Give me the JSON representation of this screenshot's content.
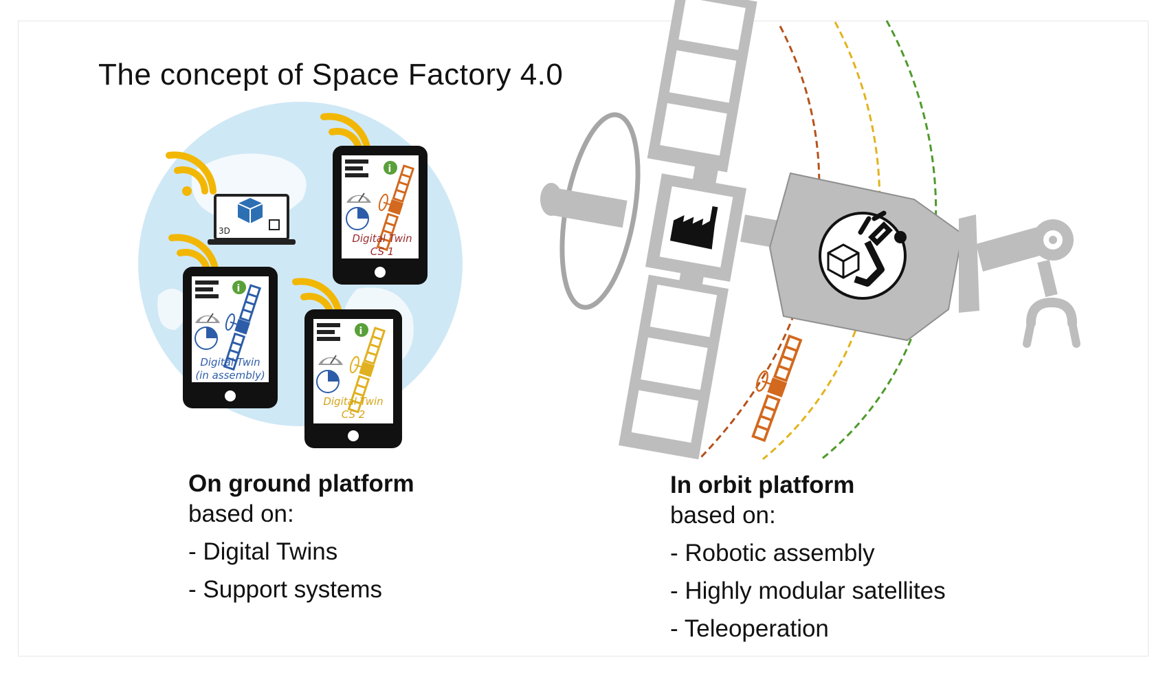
{
  "title": "The concept of Space Factory 4.0",
  "ground": {
    "heading": "On ground platform",
    "sub": "based on:",
    "items": [
      "- Digital Twins",
      "- Support systems"
    ]
  },
  "orbit": {
    "heading": "In orbit platform",
    "sub": "based on:",
    "items": [
      "- Robotic assembly",
      "- Highly modular satellites",
      "- Teleoperation"
    ]
  },
  "devices": {
    "laptop_label": "3D",
    "tablet_assembly_line1": "Digital Twin",
    "tablet_assembly_line2": "(in assembly)",
    "tablet_cs1_line1": "Digital Twin",
    "tablet_cs1_line2": "CS 1",
    "tablet_cs2_line1": "Digital Twin",
    "tablet_cs2_line2": "CS 2"
  },
  "colors": {
    "globe": "#cfe8f5",
    "wifi": "#f2b705",
    "satellite_body": "#bdbdbd",
    "twin_assembly": "#2d5da8",
    "twin_cs1": "#d2691e",
    "twin_cs2": "#e0b020",
    "orbit_red": "#b5521b",
    "orbit_yellow": "#e2b31c",
    "orbit_green": "#4e9a2a"
  }
}
